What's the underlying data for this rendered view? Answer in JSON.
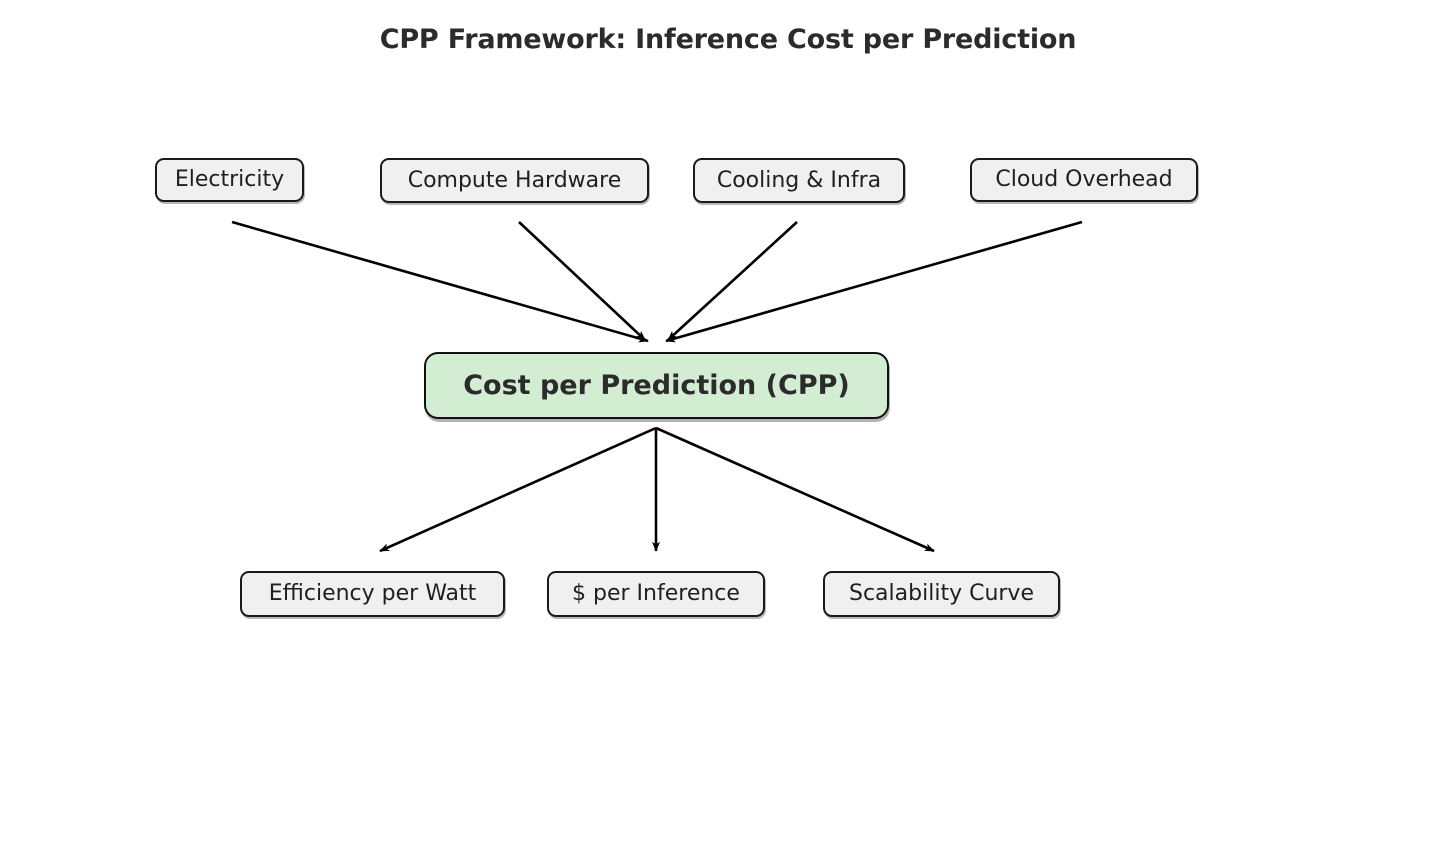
{
  "diagram": {
    "title": "CPP Framework: Inference Cost per Prediction",
    "type": "flowchart",
    "orientation": "top-down",
    "background_color": "#ffffff",
    "node_fill_color": "#f0f0f0",
    "node_border_color": "#1a1a1a",
    "central_node_fill_color": "#d3edd3",
    "edge_color": "#000000",
    "inputs": [
      {
        "id": "electricity",
        "label": "Electricity"
      },
      {
        "id": "compute-hardware",
        "label": "Compute Hardware"
      },
      {
        "id": "cooling-infra",
        "label": "Cooling & Infra"
      },
      {
        "id": "cloud-overhead",
        "label": "Cloud Overhead"
      }
    ],
    "central": {
      "id": "cpp",
      "label": "Cost per Prediction (CPP)"
    },
    "outputs": [
      {
        "id": "efficiency-per-watt",
        "label": "Efficiency per Watt"
      },
      {
        "id": "dollar-per-inference",
        "label": "$ per Inference"
      },
      {
        "id": "scalability-curve",
        "label": "Scalability Curve"
      }
    ],
    "edges": [
      {
        "from": "electricity",
        "to": "cpp"
      },
      {
        "from": "compute-hardware",
        "to": "cpp"
      },
      {
        "from": "cooling-infra",
        "to": "cpp"
      },
      {
        "from": "cloud-overhead",
        "to": "cpp"
      },
      {
        "from": "cpp",
        "to": "efficiency-per-watt"
      },
      {
        "from": "cpp",
        "to": "dollar-per-inference"
      },
      {
        "from": "cpp",
        "to": "scalability-curve"
      }
    ]
  }
}
